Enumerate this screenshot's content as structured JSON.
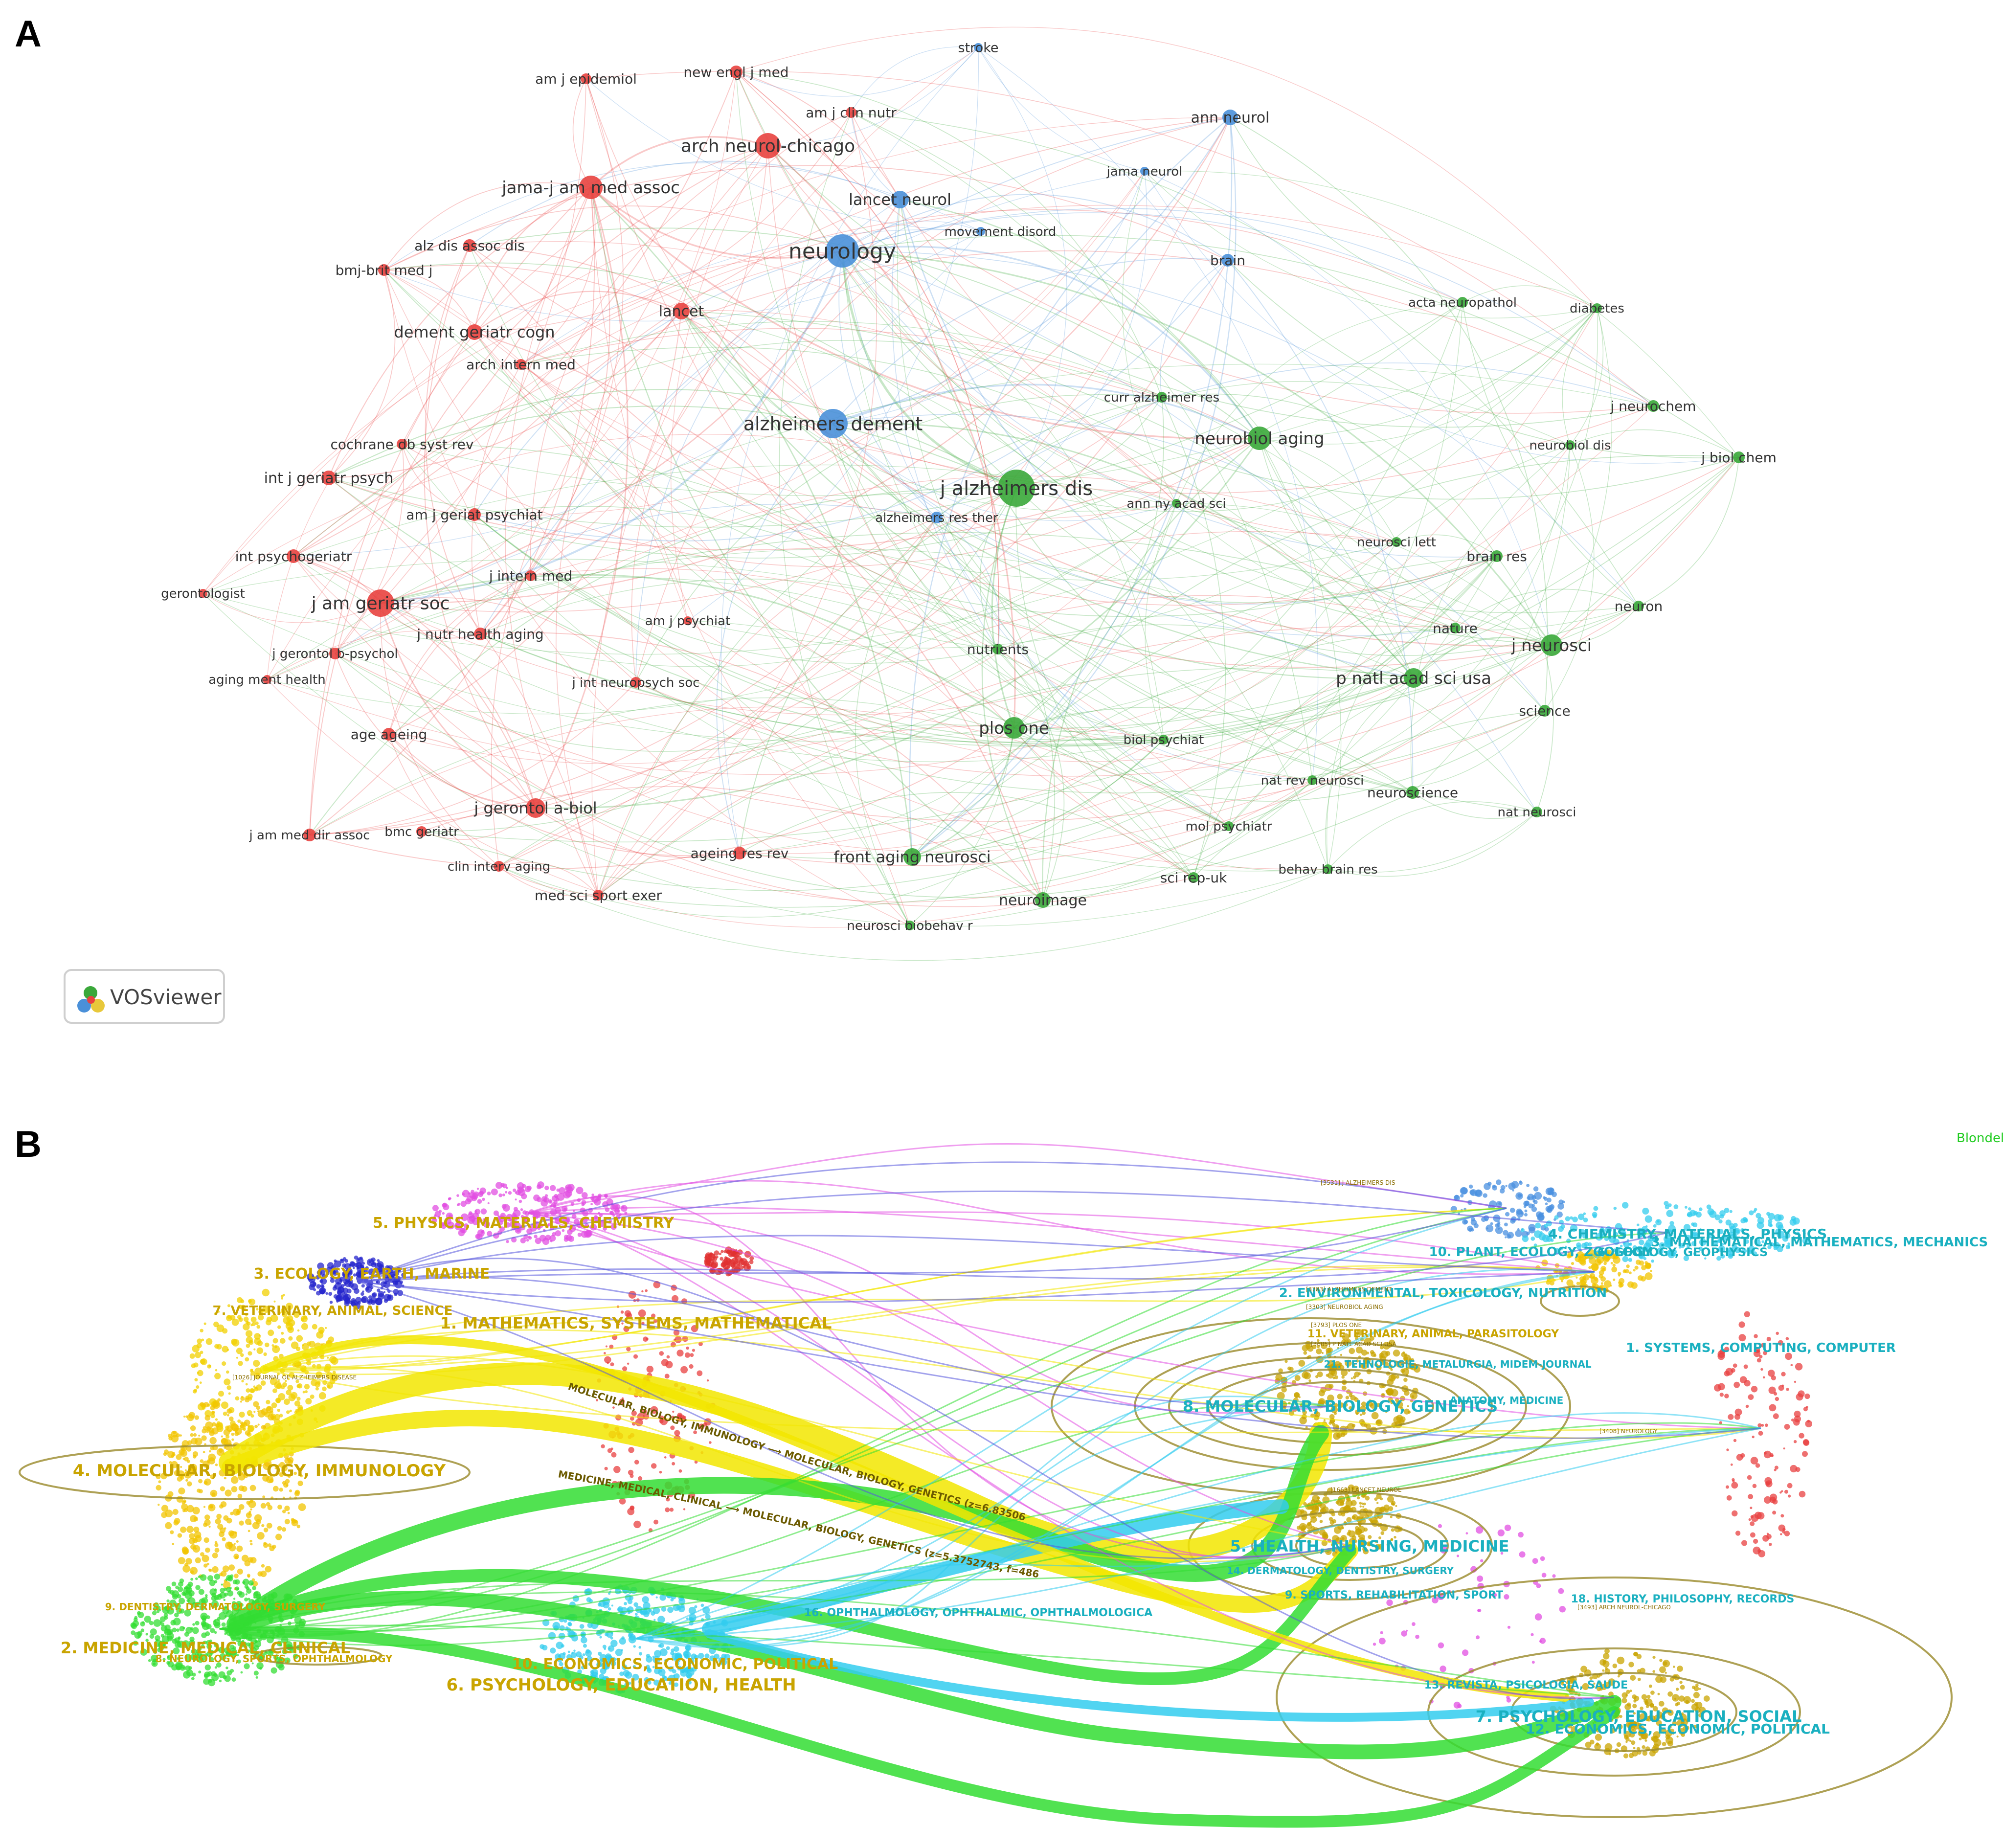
{
  "panels": [
    {
      "letter": "A"
    },
    {
      "letter": "B"
    }
  ],
  "colors": {
    "red_cluster": "#e8423f",
    "green_cluster": "#3aa83a",
    "blue_cluster": "#4a90d9",
    "yellow_link": "#f2e600",
    "green_link": "#33dd33",
    "cyan_link": "#33ccee",
    "magenta_link": "#e24fe2",
    "label_gold": "#c9a400",
    "label_teal": "#1ab0c0"
  },
  "panel_a": {
    "logo_text": "VOSviewer",
    "nodes": [
      {
        "label": "neurology",
        "cluster": "blue"
      },
      {
        "label": "stroke",
        "cluster": "blue"
      },
      {
        "label": "ann neurol",
        "cluster": "blue"
      },
      {
        "label": "jama neurol",
        "cluster": "blue"
      },
      {
        "label": "lancet neurol",
        "cluster": "blue"
      },
      {
        "label": "movement disord",
        "cluster": "blue"
      },
      {
        "label": "brain",
        "cluster": "blue"
      },
      {
        "label": "alzheimers dement",
        "cluster": "blue"
      },
      {
        "label": "alzheimers res ther",
        "cluster": "blue"
      },
      {
        "label": "arch neurol-chicago",
        "cluster": "red"
      },
      {
        "label": "new engl j med",
        "cluster": "red"
      },
      {
        "label": "am j epidemiol",
        "cluster": "red"
      },
      {
        "label": "am j clin nutr",
        "cluster": "red"
      },
      {
        "label": "jama-j am med assoc",
        "cluster": "red"
      },
      {
        "label": "alz dis assoc dis",
        "cluster": "red"
      },
      {
        "label": "bmj-brit med j",
        "cluster": "red"
      },
      {
        "label": "lancet",
        "cluster": "red"
      },
      {
        "label": "dement geriatr cogn",
        "cluster": "red"
      },
      {
        "label": "arch intern med",
        "cluster": "red"
      },
      {
        "label": "cochrane db syst rev",
        "cluster": "red"
      },
      {
        "label": "int j geriatr psych",
        "cluster": "red"
      },
      {
        "label": "am j geriat psychiat",
        "cluster": "red"
      },
      {
        "label": "int psychogeriatr",
        "cluster": "red"
      },
      {
        "label": "j intern med",
        "cluster": "red"
      },
      {
        "label": "gerontologist",
        "cluster": "red"
      },
      {
        "label": "j am geriatr soc",
        "cluster": "red"
      },
      {
        "label": "j nutr health aging",
        "cluster": "red"
      },
      {
        "label": "j gerontol b-psychol",
        "cluster": "red"
      },
      {
        "label": "aging ment health",
        "cluster": "red"
      },
      {
        "label": "am j psychiat",
        "cluster": "red"
      },
      {
        "label": "j int neuropsych soc",
        "cluster": "red"
      },
      {
        "label": "age ageing",
        "cluster": "red"
      },
      {
        "label": "j gerontol a-biol",
        "cluster": "red"
      },
      {
        "label": "j am med dir assoc",
        "cluster": "red"
      },
      {
        "label": "bmc geriatr",
        "cluster": "red"
      },
      {
        "label": "clin interv aging",
        "cluster": "red"
      },
      {
        "label": "med sci sport exer",
        "cluster": "red"
      },
      {
        "label": "ageing res rev",
        "cluster": "red"
      },
      {
        "label": "j alzheimers dis",
        "cluster": "green"
      },
      {
        "label": "neurobiol aging",
        "cluster": "green"
      },
      {
        "label": "acta neuropathol",
        "cluster": "green"
      },
      {
        "label": "diabetes",
        "cluster": "green"
      },
      {
        "label": "curr alzheimer res",
        "cluster": "green"
      },
      {
        "label": "j neurochem",
        "cluster": "green"
      },
      {
        "label": "neurobiol dis",
        "cluster": "green"
      },
      {
        "label": "j biol chem",
        "cluster": "green"
      },
      {
        "label": "ann ny acad sci",
        "cluster": "green"
      },
      {
        "label": "neurosci lett",
        "cluster": "green"
      },
      {
        "label": "brain res",
        "cluster": "green"
      },
      {
        "label": "neuron",
        "cluster": "green"
      },
      {
        "label": "nature",
        "cluster": "green"
      },
      {
        "label": "j neurosci",
        "cluster": "green"
      },
      {
        "label": "p natl acad sci usa",
        "cluster": "green"
      },
      {
        "label": "science",
        "cluster": "green"
      },
      {
        "label": "nutrients",
        "cluster": "green"
      },
      {
        "label": "plos one",
        "cluster": "green"
      },
      {
        "label": "biol psychiat",
        "cluster": "green"
      },
      {
        "label": "nat rev neurosci",
        "cluster": "green"
      },
      {
        "label": "neuroscience",
        "cluster": "green"
      },
      {
        "label": "nat neurosci",
        "cluster": "green"
      },
      {
        "label": "mol psychiatr",
        "cluster": "green"
      },
      {
        "label": "front aging neurosci",
        "cluster": "green"
      },
      {
        "label": "sci rep-uk",
        "cluster": "green"
      },
      {
        "label": "behav brain res",
        "cluster": "green"
      },
      {
        "label": "neuroimage",
        "cluster": "green"
      },
      {
        "label": "neurosci biobehav r",
        "cluster": "green"
      }
    ]
  },
  "panel_b": {
    "method_label": "Blondel",
    "left_clusters": [
      {
        "label": "5. PHYSICS, MATERIALS, CHEMISTRY",
        "color": "#c9a400"
      },
      {
        "label": "3. ECOLOGY, EARTH, MARINE",
        "color": "#c9a400"
      },
      {
        "label": "7. VETERINARY, ANIMAL, SCIENCE",
        "color": "#c9a400"
      },
      {
        "label": "1. MATHEMATICS, SYSTEMS, MATHEMATICAL",
        "color": "#c9a400"
      },
      {
        "label": "4. MOLECULAR, BIOLOGY, IMMUNOLOGY",
        "color": "#c9a400"
      },
      {
        "label": "9. DENTISTRY, DERMATOLOGY, SURGERY",
        "color": "#c9a400"
      },
      {
        "label": "2. MEDICINE, MEDICAL, CLINICAL",
        "color": "#c9a400"
      },
      {
        "label": "8. NEUROLOGY, SPORTS, OPHTHALMOLOGY",
        "color": "#c9a400"
      },
      {
        "label": "10. ECONOMICS, ECONOMIC, POLITICAL",
        "color": "#c9a400"
      },
      {
        "label": "6. PSYCHOLOGY, EDUCATION, HEALTH",
        "color": "#c9a400"
      }
    ],
    "right_clusters": [
      {
        "label": "4. CHEMISTRY, MATERIALS, PHYSICS",
        "color": "#1ab0c0"
      },
      {
        "label": "3. MATHEMATICAL, MATHEMATICS, MECHANICS",
        "color": "#1ab0c0"
      },
      {
        "label": "10. PLANT, ECOLOGY, ZOOLOGY",
        "color": "#1ab0c0"
      },
      {
        "label": "6. GEOLOGY, GEOPHYSICS",
        "color": "#1ab0c0"
      },
      {
        "label": "2. ENVIRONMENTAL, TOXICOLOGY, NUTRITION",
        "color": "#1ab0c0"
      },
      {
        "label": "11. VETERINARY, ANIMAL, PARASITOLOGY",
        "color": "#c9a400"
      },
      {
        "label": "1. SYSTEMS, COMPUTING, COMPUTER",
        "color": "#1ab0c0"
      },
      {
        "label": "21. TEHNOLOGIE, METALURGIA, MIDEM-JOURNAL",
        "color": "#1ab0c0"
      },
      {
        "label": "8. MOLECULAR, BIOLOGY, GENETICS",
        "color": "#1ab0c0"
      },
      {
        "label": "ANATOMY, MEDICINE",
        "color": "#1ab0c0"
      },
      {
        "label": "5. HEALTH, NURSING, MEDICINE",
        "color": "#1ab0c0"
      },
      {
        "label": "14. DERMATOLOGY, DENTISTRY, SURGERY",
        "color": "#1ab0c0"
      },
      {
        "label": "9. SPORTS, REHABILITATION, SPORT",
        "color": "#1ab0c0"
      },
      {
        "label": "18. HISTORY, PHILOSOPHY, RECORDS",
        "color": "#1ab0c0"
      },
      {
        "label": "16. OPHTHALMOLOGY, OPHTHALMIC, OPHTHALMOLOGICA",
        "color": "#1ab0c0"
      },
      {
        "label": "13. REVISTA, PSICOLOGIA, SAUDE",
        "color": "#1ab0c0"
      },
      {
        "label": "7. PSYCHOLOGY, EDUCATION, SOCIAL",
        "color": "#1ab0c0"
      },
      {
        "label": "12. ECONOMICS, ECONOMIC, POLITICAL",
        "color": "#1ab0c0"
      }
    ],
    "link_labels": [
      "MOLECULAR, BIOLOGY, IMMUNOLOGY ⟶ MOLECULAR, BIOLOGY, GENETICS (z=6.8350635, f=9368)",
      "MEDICINE, MEDICAL, CLINICAL ⟶ MOLECULAR, BIOLOGY, GENETICS (z=5.3752743, f=4869)"
    ],
    "small_labels": [
      "[3531] J ALZHEIMERS DIS",
      "[3783] ALZHEIMERS DEMENT",
      "[3303] NEUROBIOL AGING",
      "[3793] PLOS ONE",
      "[3605] P NATL ACAD SCI USA",
      "[3408] NEUROLOGY",
      "[1026] JOURNAL OF ALZHEIMERS DISEASE",
      "[1663] LANCET NEUROL",
      "[3493] ARCH NEUROL-CHICAGO"
    ]
  }
}
